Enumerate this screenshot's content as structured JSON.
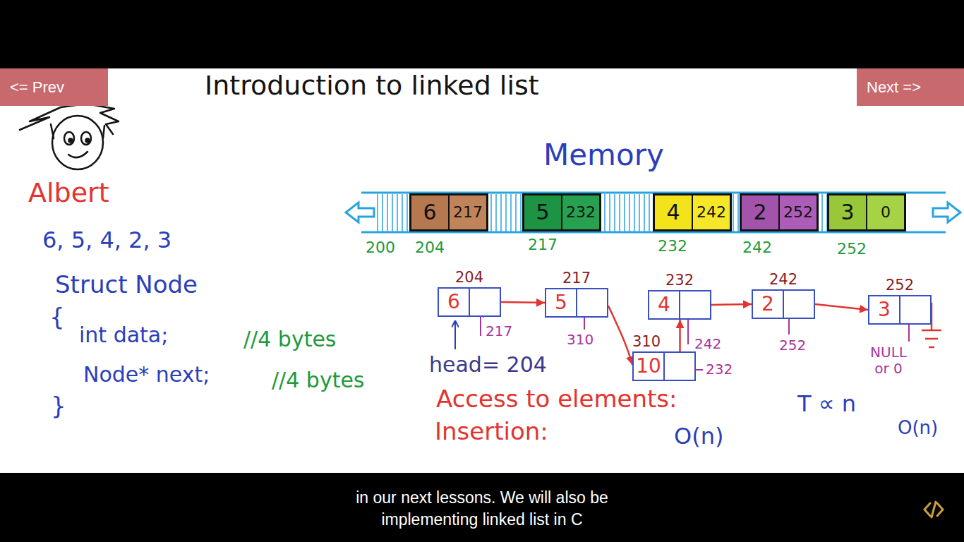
{
  "diagram": {
    "title": "Introduction to linked list",
    "caption": "in our next lessons. We will also be implementing linked list in C",
    "nodes": [
      {
        "text": [
          "<= Prev"
        ]
      },
      {
        "text": [
          "Next =>"
        ]
      },
      {
        "text": [
          "6",
          "217"
        ]
      },
      {
        "text": [
          "5",
          "232"
        ]
      },
      {
        "text": [
          "4",
          "242"
        ]
      },
      {
        "text": [
          "2",
          "252"
        ]
      },
      {
        "text": [
          "3",
          "0"
        ]
      },
      {
        "text": [
          "204",
          "6"
        ]
      },
      {
        "text": [
          "217",
          "5"
        ]
      },
      {
        "text": [
          "232",
          "4"
        ]
      },
      {
        "text": [
          "242",
          "2"
        ]
      },
      {
        "text": [
          "252",
          "3"
        ]
      },
      {
        "text": [
          "310",
          "10"
        ]
      }
    ],
    "edges": [
      {
        "from": 7,
        "to": 8,
        "arrow": "to"
      },
      {
        "from": 8,
        "to": 12,
        "arrow": "to"
      },
      {
        "from": 12,
        "to": 9,
        "arrow": "to"
      },
      {
        "from": 9,
        "to": 10,
        "arrow": "to"
      },
      {
        "from": 10,
        "to": 11,
        "arrow": "to"
      }
    ],
    "labels": [
      "Albert",
      "6, 5, 4, 2, 3",
      "Struct Node",
      "{",
      "int data;",
      "//4 bytes",
      "Node* next;",
      "//4 bytes",
      "}",
      "Memory",
      "200",
      "204",
      "217",
      "232",
      "242",
      "252",
      "217",
      "310",
      "242",
      "252",
      "NULL or 0",
      "232",
      "head= 204",
      "Access to elements:",
      "T ∝ n",
      "O(n)",
      "Insertion:",
      "O(n)"
    ]
  }
}
